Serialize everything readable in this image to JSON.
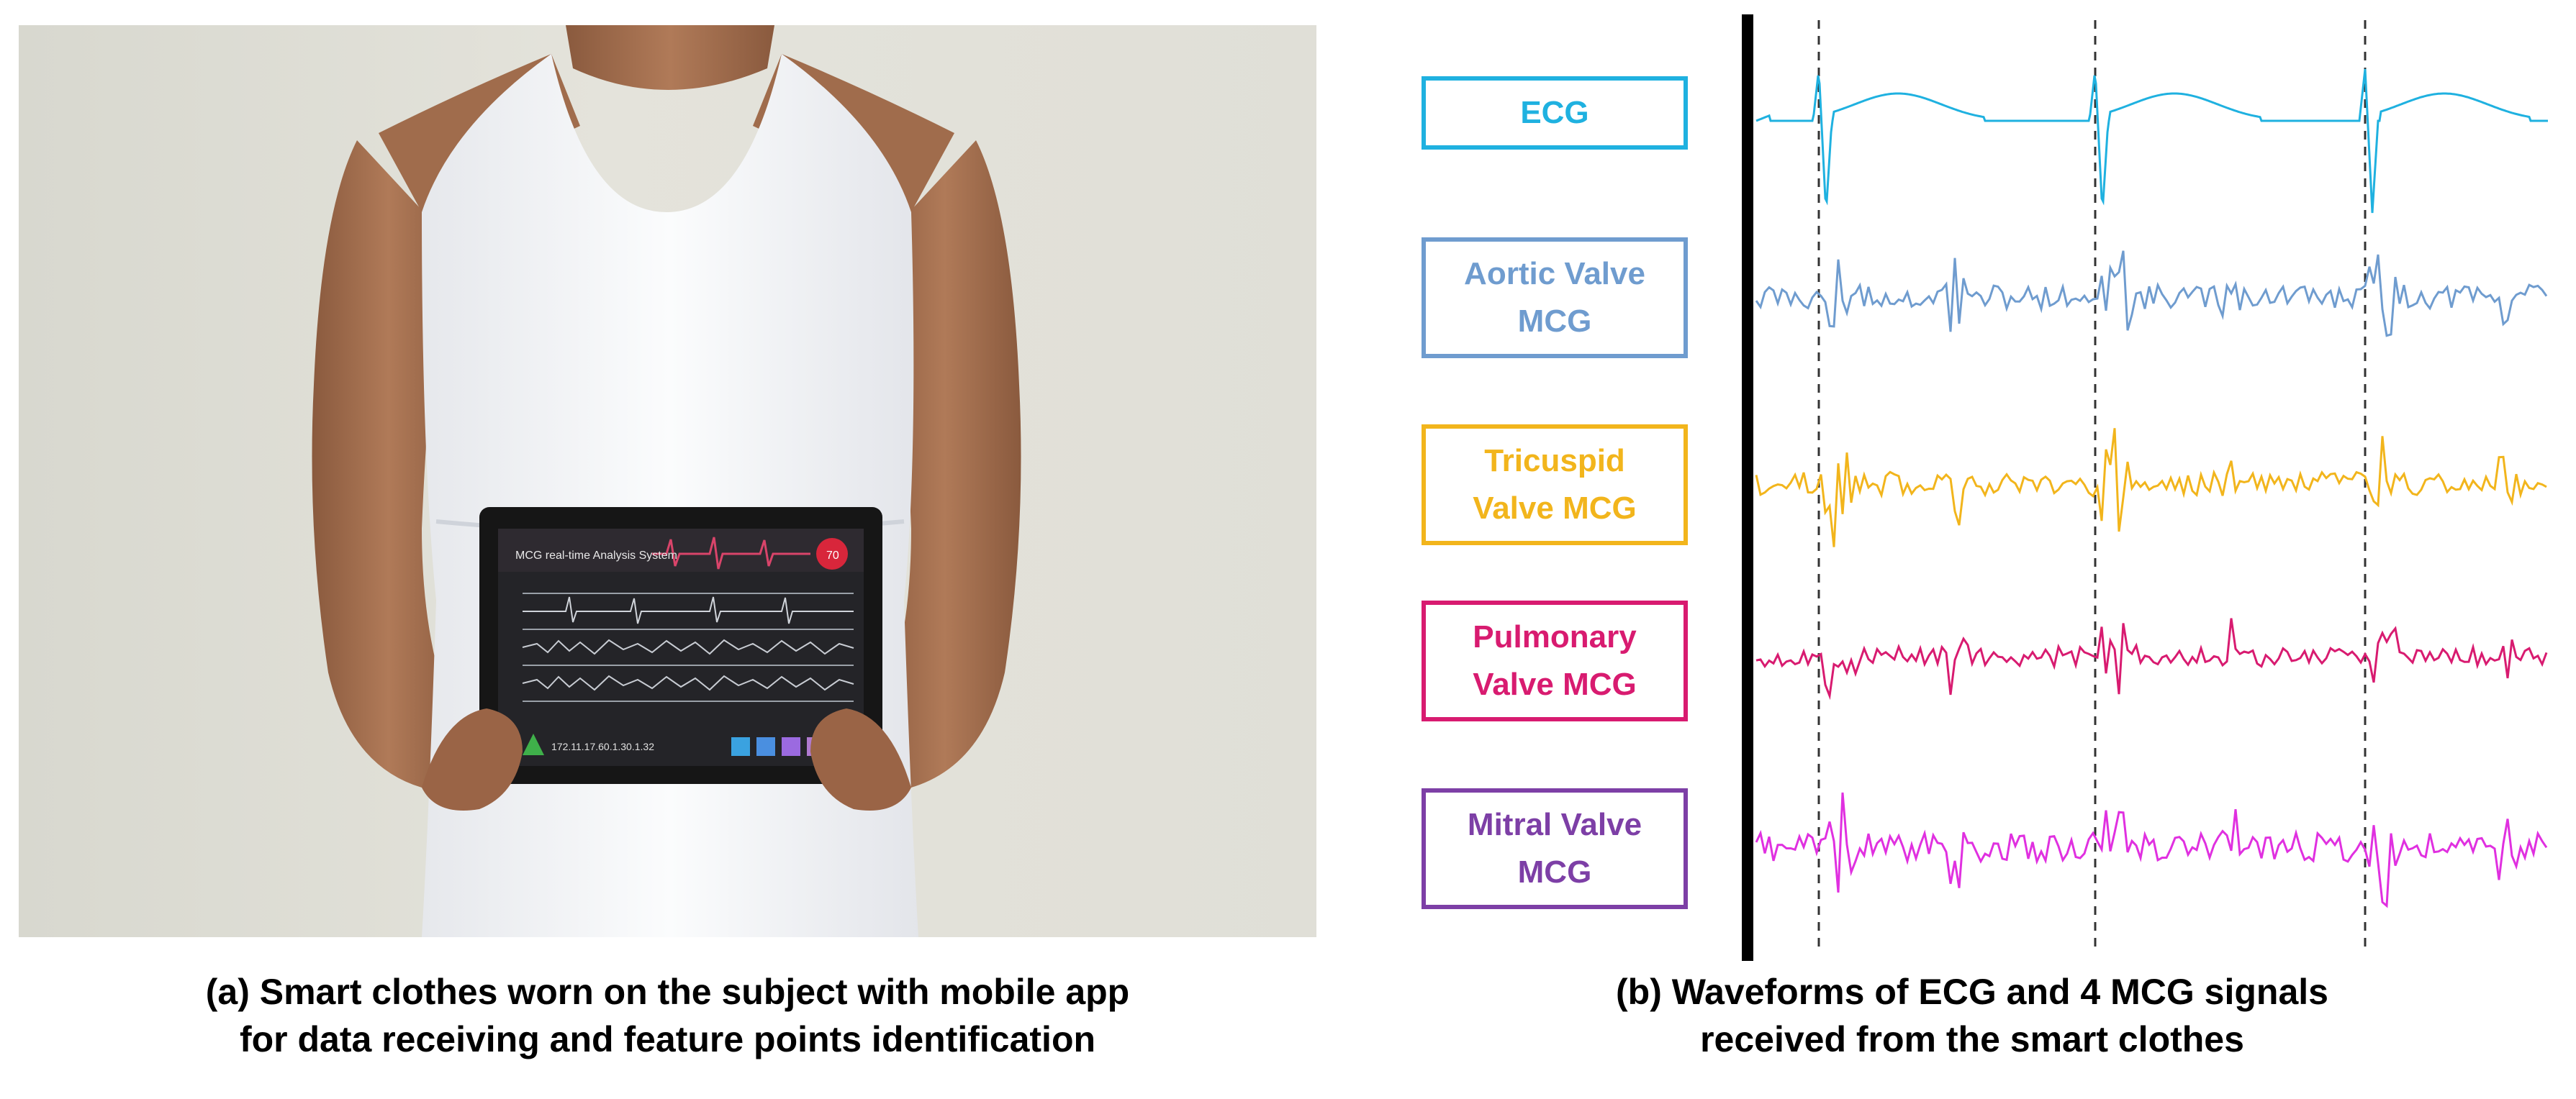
{
  "panel_a": {
    "caption_line1": "(a)  Smart clothes worn on the subject with mobile app",
    "caption_line2": "for data receiving and feature points identification",
    "tablet": {
      "title": "MCG real-time Analysis System",
      "heart_rate": "70",
      "ip": "172.11.17.60.1.30.1.32"
    }
  },
  "panel_b": {
    "caption_line1": "(b) Waveforms of ECG and 4 MCG signals",
    "caption_line2": "received from the smart clothes",
    "signals": [
      {
        "line1": "ECG",
        "line2": "",
        "color": "#1fb1e0"
      },
      {
        "line1": "Aortic Valve",
        "line2": "MCG",
        "color": "#6f9ccf"
      },
      {
        "line1": "Tricuspid",
        "line2": "Valve MCG",
        "color": "#f2b51c"
      },
      {
        "line1": "Pulmonary",
        "line2": "Valve MCG",
        "color": "#d81b70"
      },
      {
        "line1": "Mitral Valve",
        "line2": "MCG",
        "color": "#7d3fa6"
      }
    ],
    "trace_colors": [
      "#1fb1e0",
      "#6f9ccf",
      "#f2b51c",
      "#d81b70",
      "#e030e0"
    ]
  }
}
